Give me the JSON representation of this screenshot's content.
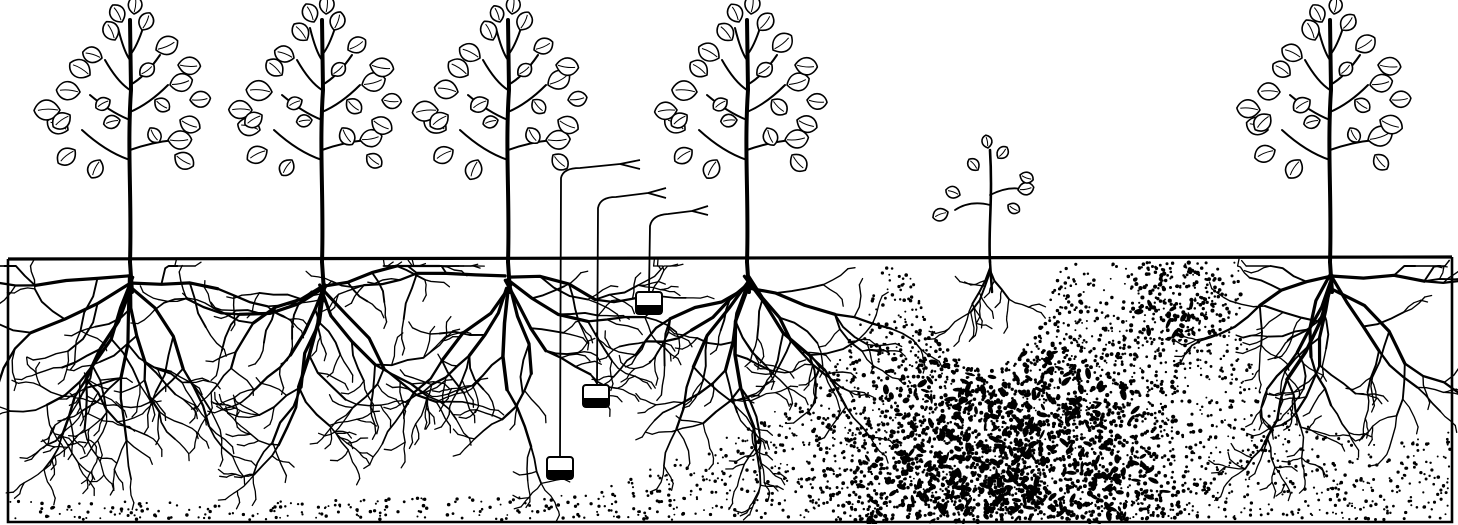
{
  "illustration": {
    "subject": "plants-with-roots-in-soil-cross-section",
    "colors": {
      "ink": "#000000",
      "paper": "#ffffff"
    },
    "plants": [
      {
        "id": "plant-1",
        "kind": "tall"
      },
      {
        "id": "plant-2",
        "kind": "tall"
      },
      {
        "id": "plant-3",
        "kind": "tall"
      },
      {
        "id": "plant-4",
        "kind": "tall"
      },
      {
        "id": "plant-5",
        "kind": "small-stunted"
      },
      {
        "id": "plant-6",
        "kind": "tall"
      }
    ],
    "probes": [
      {
        "id": "probe-1",
        "depth": "deep"
      },
      {
        "id": "probe-2",
        "depth": "medium"
      },
      {
        "id": "probe-3",
        "depth": "shallow"
      }
    ],
    "soil_zones": [
      "light-stipple",
      "dense-stipple",
      "lumpy-textured"
    ]
  }
}
